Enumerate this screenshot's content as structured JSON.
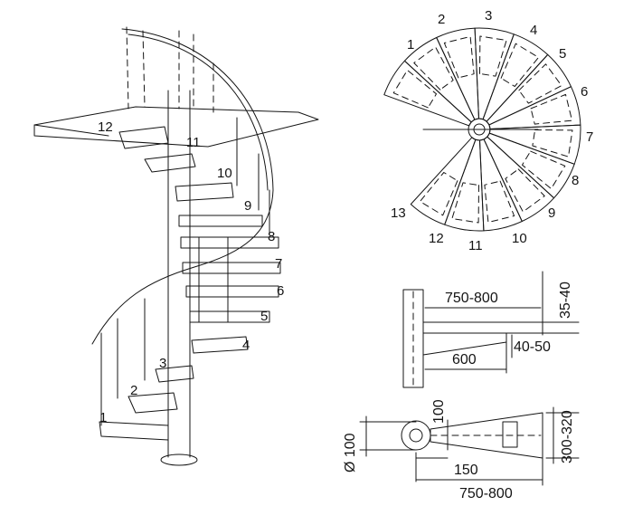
{
  "perspective_view": {
    "step_labels": [
      "1",
      "2",
      "3",
      "4",
      "5",
      "6",
      "7",
      "8",
      "9",
      "10",
      "11",
      "12"
    ]
  },
  "plan_view": {
    "step_labels": [
      "1",
      "2",
      "3",
      "4",
      "5",
      "6",
      "7",
      "8",
      "9",
      "10",
      "11",
      "12",
      "13"
    ]
  },
  "step_detail": {
    "side": {
      "tread_length": "750-800",
      "tread_depth": "35-40",
      "support_length": "600",
      "support_height": "40-50"
    },
    "top": {
      "post_diameter": "Ø 100",
      "hub_size": "100",
      "hub_offset": "150",
      "tread_length": "750-800",
      "tread_width": "300-320"
    }
  }
}
